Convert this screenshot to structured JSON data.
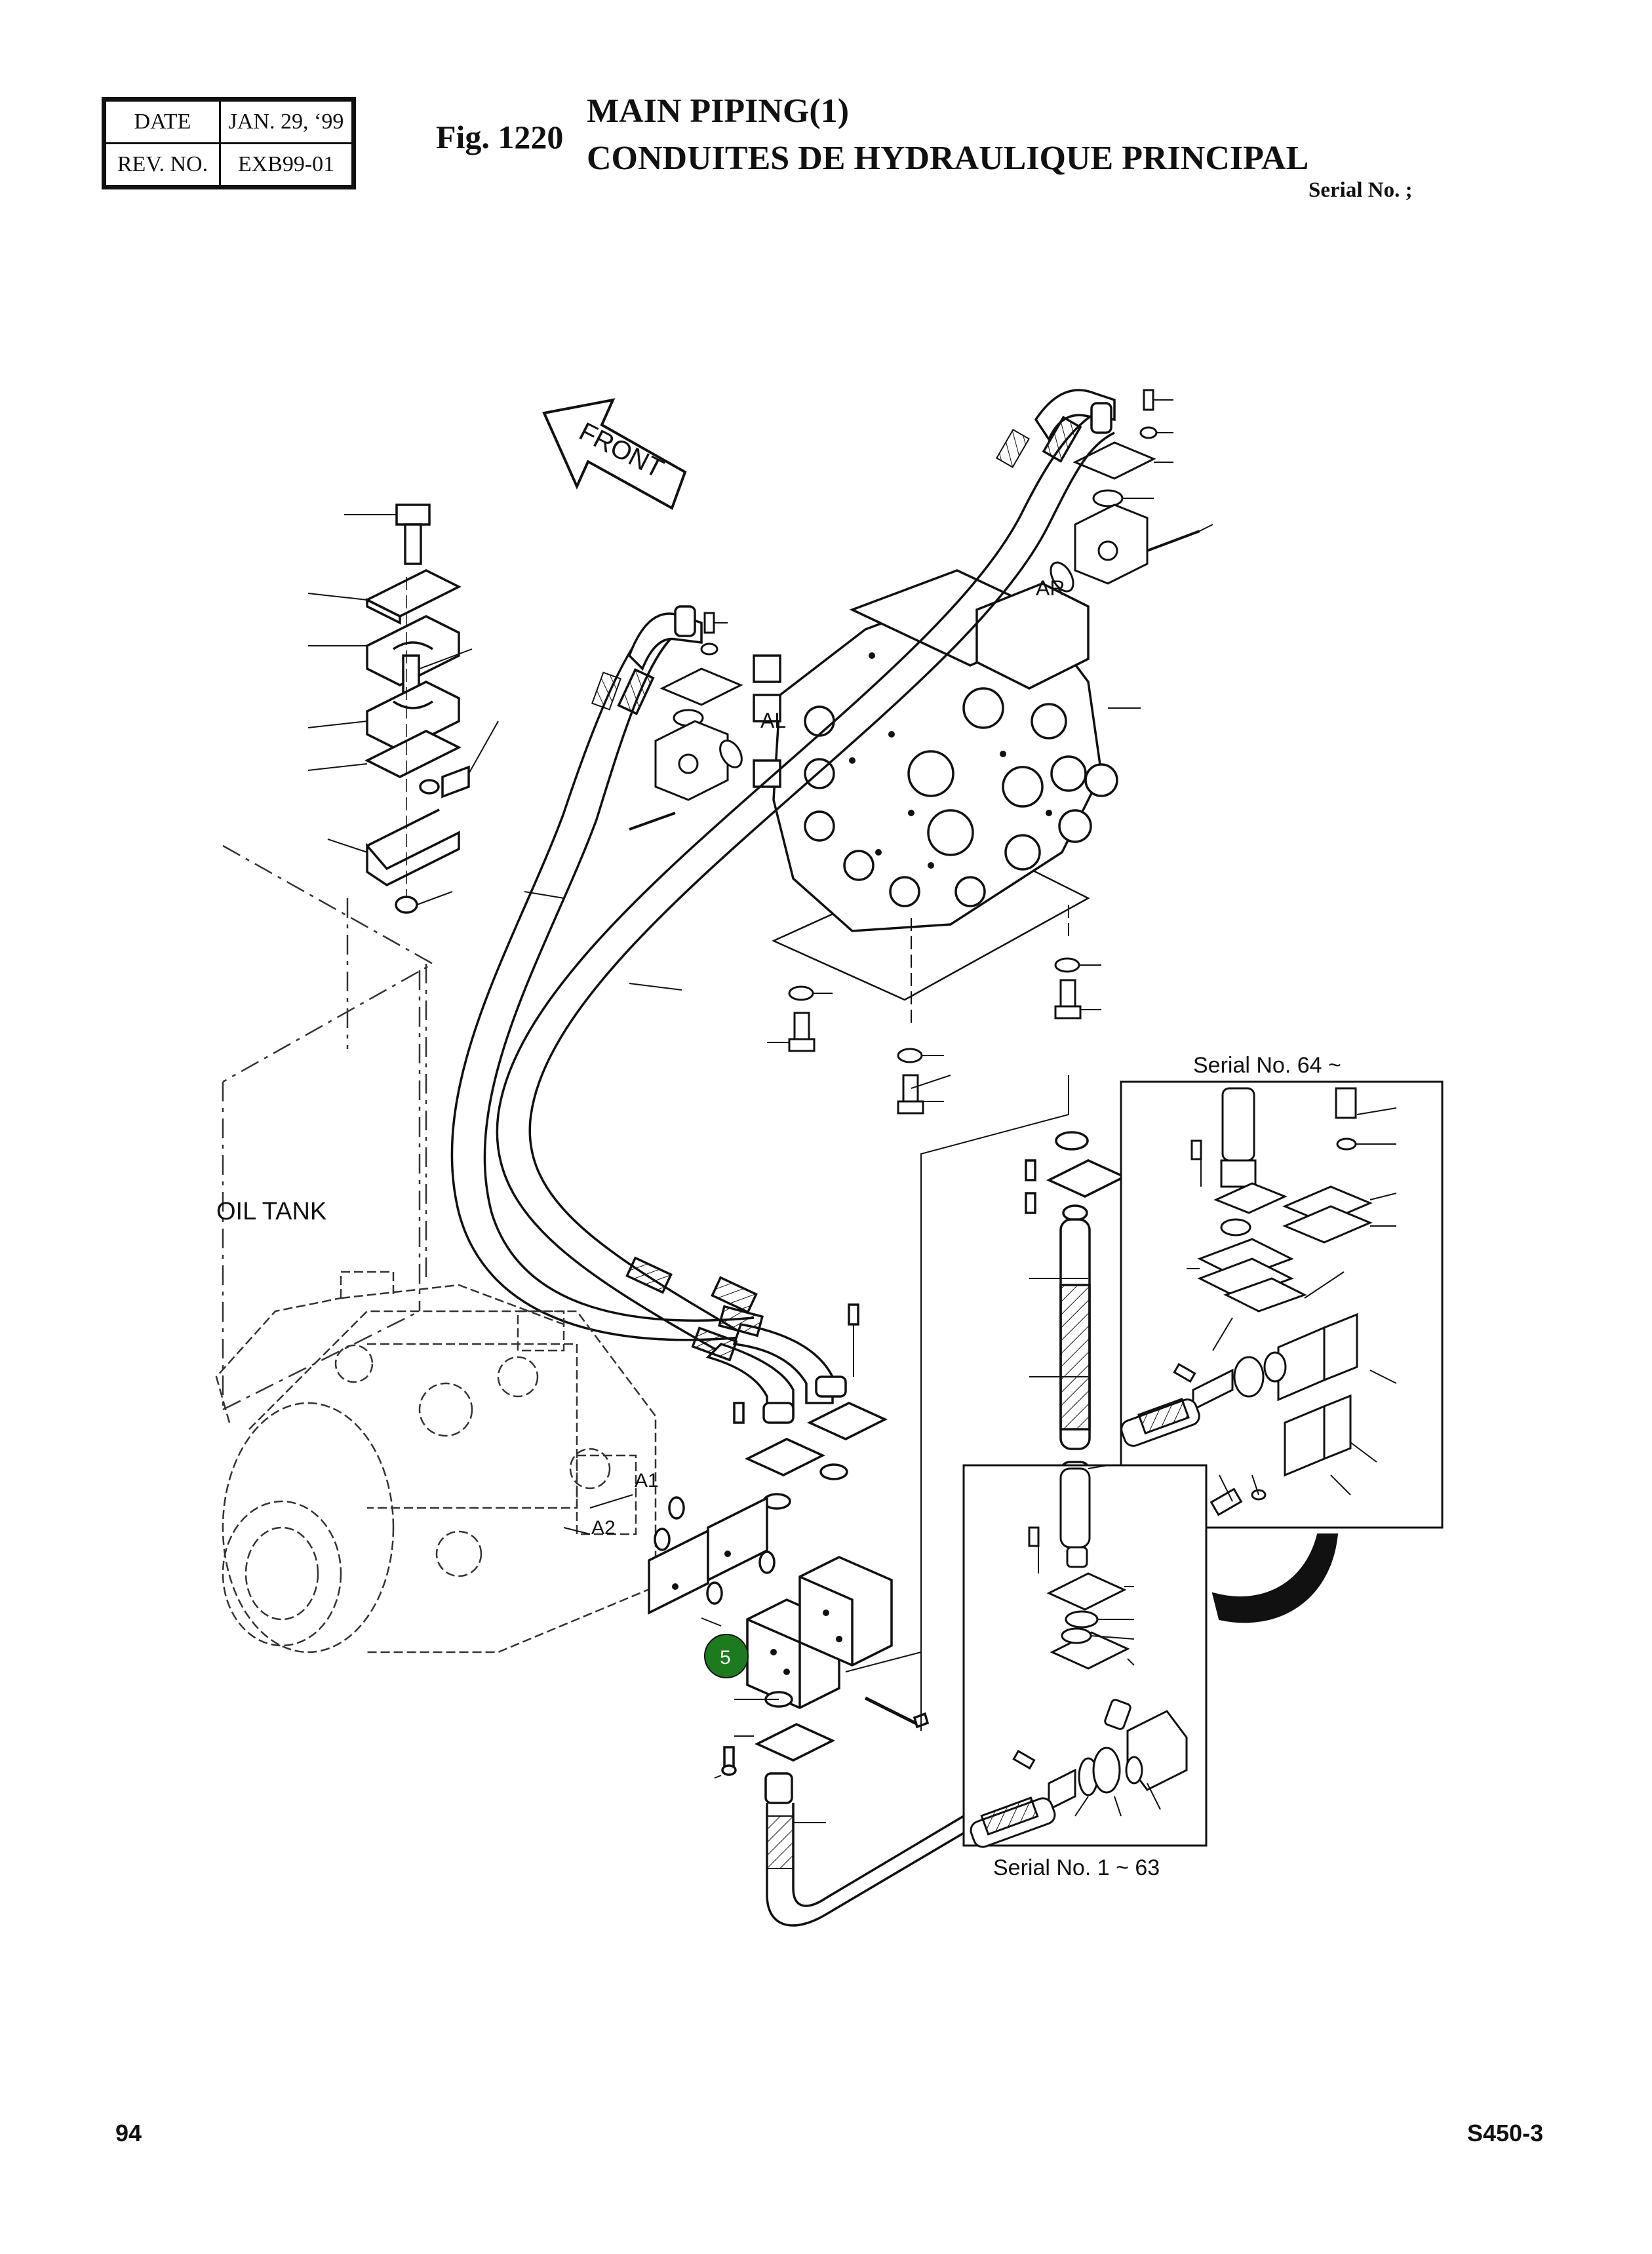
{
  "header": {
    "date_label": "DATE",
    "date_value": "JAN. 29, ‘99",
    "rev_label": "REV. NO.",
    "rev_value": "EXB99-01",
    "fig_number": "Fig. 1220",
    "title_en": "MAIN PIPING(1)",
    "title_fr": "CONDUITES DE HYDRAULIQUE PRINCIPAL",
    "serial": "Serial No. ;"
  },
  "labels": {
    "front": "FRONT",
    "oil_tank": "OIL TANK",
    "port_ar": "AR",
    "port_al": "AL",
    "port_a1": "A1",
    "port_a2": "A2",
    "inset_upper": "Serial No. 64 ~",
    "inset_lower": "Serial No. 1 ~ 63"
  },
  "callout": {
    "number": "5",
    "color": "#1e7a1e"
  },
  "footer": {
    "page_number": "94",
    "model": "S450-3"
  }
}
